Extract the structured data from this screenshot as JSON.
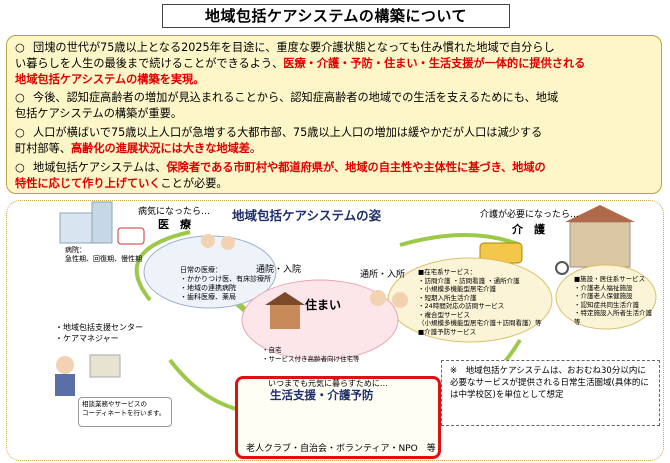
{
  "title": "地域包括ケアシステムの構築について",
  "points": [
    {
      "bullet": "○",
      "segments": [
        {
          "t": "団塊の世代が75歳以上となる2025年を目途に、重度な要介護状態となっても住み慣れた地域で自分らし",
          "red": false
        },
        {
          "t": "い暮らしを人生の最後まで続けることができるよう、",
          "red": false
        },
        {
          "t": "医療・介護・予防・住まい・生活支援が一体的に提供される",
          "red": true
        },
        {
          "t": "地域包括ケアシステムの構築を実現。",
          "red": true
        }
      ]
    },
    {
      "bullet": "○",
      "segments": [
        {
          "t": "今後、認知症高齢者の増加が見込まれることから、認知症高齢者の地域での生活を支えるためにも、地域",
          "red": false
        },
        {
          "t": "包括ケアシステムの構築が重要。",
          "red": false
        }
      ]
    },
    {
      "bullet": "○",
      "segments": [
        {
          "t": "人口が横ばいで75歳以上人口が急増する大都市部、75歳以上人口の増加は緩やかだが人口は減少する",
          "red": false
        },
        {
          "t": "町村部等、",
          "red": false
        },
        {
          "t": "高齢化の進展状況には大きな地域差",
          "red": true
        },
        {
          "t": "。",
          "red": false
        }
      ]
    },
    {
      "bullet": "○",
      "segments": [
        {
          "t": "地域包括ケアシステムは、",
          "red": false
        },
        {
          "t": "保険者である市町村や都道府県が、地域の自主性や主体性に基づき、地域の",
          "red": true
        },
        {
          "t": "特性に応じて作り上げていく",
          "red": true
        },
        {
          "t": "ことが必要。",
          "red": false
        }
      ]
    }
  ],
  "diagram": {
    "title": "地域包括ケアシステムの姿",
    "iryo_caption": "病気になったら…",
    "iryo_label": "医　療",
    "hospital_items": [
      "病院：",
      "急性期、回復期、慢性期"
    ],
    "clinic_items": [
      "日常の医療：",
      "・かかりつけ医、有床診療所",
      "・地域の連携病院",
      "・歯科医療、薬局"
    ],
    "kaigo_caption": "介護が必要になったら…",
    "kaigo_label": "介　護",
    "kaigo_home": [
      "■在宅系サービス：",
      "・訪問介護 ・訪問看護 ・通所介護",
      "・小規模多機能型居宅介護",
      "・短期入所生活介護",
      "・24時間対応の訪問サービス",
      "・複合型サービス",
      "（小規模多機能型居宅介護＋訪問看護）等",
      "■介護予防サービス"
    ],
    "kaigo_facility": [
      "■施設・居住系サービス",
      "・介護老人福祉施設",
      "・介護老人保健施設",
      "・認知症共同生活介護",
      "・特定施設入所者生活介護",
      "等"
    ],
    "tsuin": "通院・入院",
    "tsusho": "通所・入所",
    "sumai": "住まい",
    "sumai_items": [
      "・自宅",
      "・サービス付き高齢者向け住宅等"
    ],
    "center_items": [
      "・地域包括支援センター",
      "・ケアマネジャー"
    ],
    "consult": [
      "相談業務やサービスの",
      "コーディネートを行います。"
    ],
    "yobo_caption": "いつまでも元気に暮らすために…",
    "yobo_label": "生活支援・介護予防",
    "yobo_footer": "老人クラブ・自治会・ボランティア・NPO　等",
    "note": "※　地域包括ケアシステムは、おおむね30分以内に必要なサービスが提供される日常生活圏域(具体的には中学校区)を単位として想定"
  },
  "colors": {
    "red": "#e00000",
    "box_bg": "#fdf6c9",
    "box_border": "#b9a33a",
    "accent_blue": "#1e2f6b"
  }
}
